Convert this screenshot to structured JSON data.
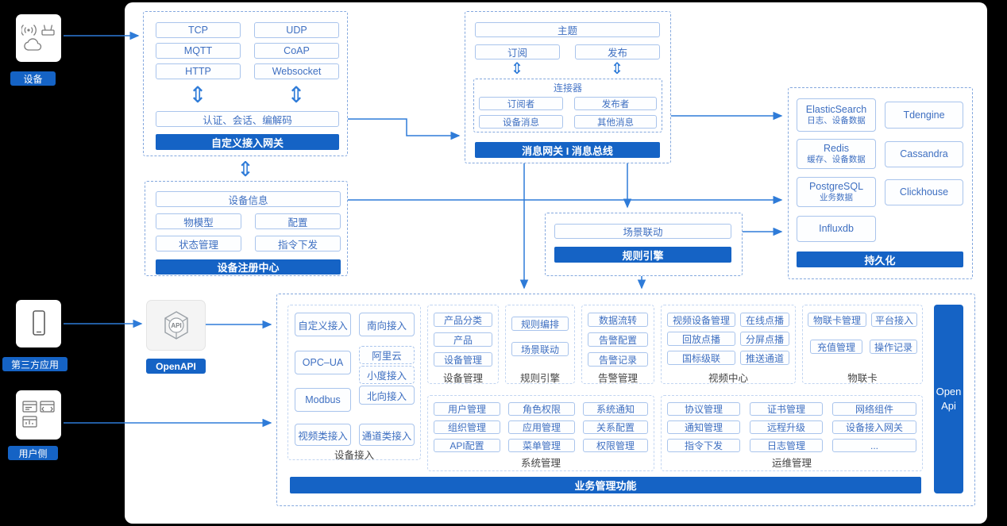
{
  "icons": {
    "updown_arrow": "⇕"
  },
  "left_rail": {
    "device": {
      "label": "设备"
    },
    "third_party": {
      "label": "第三方应用"
    },
    "user_side": {
      "label": "用户侧"
    }
  },
  "custom_gateway": {
    "protocols": [
      "TCP",
      "UDP",
      "MQTT",
      "CoAP",
      "HTTP",
      "Websocket"
    ],
    "session": "认证、会话、编解码",
    "title": "自定义接入网关"
  },
  "device_registry": {
    "info": "设备信息",
    "items": [
      "物模型",
      "配置",
      "状态管理",
      "指令下发"
    ],
    "title": "设备注册中心"
  },
  "message_bus": {
    "topic": "主题",
    "subscribe": "订阅",
    "publish": "发布",
    "connector": {
      "title": "连接器",
      "items": [
        "订阅者",
        "发布者",
        "设备消息",
        "其他消息"
      ]
    },
    "title": "消息网关 I 消息总线"
  },
  "persistence": {
    "stores": [
      {
        "name": "ElasticSearch",
        "sub": "日志、设备数据"
      },
      {
        "name": "Tdengine"
      },
      {
        "name": "Redis",
        "sub": "缓存、设备数据"
      },
      {
        "name": "Cassandra"
      },
      {
        "name": "PostgreSQL",
        "sub": "业务数据"
      },
      {
        "name": "Clickhouse"
      },
      {
        "name": "Influxdb"
      }
    ],
    "title": "持久化"
  },
  "rule_engine": {
    "scene": "场景联动",
    "title": "规则引擎"
  },
  "openapi": {
    "label": "OpenAPI"
  },
  "business": {
    "title": "业务管理功能",
    "open_api": {
      "line1": "Open",
      "line2": "Api"
    },
    "device_access": {
      "label": "设备接入",
      "items": [
        "自定义接入",
        "南向接入",
        "OPC–UA",
        "阿里云",
        "小度接入",
        "北向接入",
        "Modbus",
        "视频类接入",
        "通道类接入"
      ]
    },
    "device_mgmt": {
      "label": "设备管理",
      "items": [
        "产品分类",
        "产品",
        "设备管理"
      ]
    },
    "rule_engine": {
      "label": "规则引擎",
      "items": [
        "规则编排",
        "场景联动"
      ]
    },
    "alarm": {
      "label": "告警管理",
      "items": [
        "数据流转",
        "告警配置",
        "告警记录"
      ]
    },
    "video": {
      "label": "视频中心",
      "items": [
        "视频设备管理",
        "在线点播",
        "回放点播",
        "分屏点播",
        "国标级联",
        "推送通道"
      ]
    },
    "iot_card": {
      "label": "物联卡",
      "items": [
        "物联卡管理",
        "平台接入",
        "充值管理",
        "操作记录"
      ]
    },
    "system": {
      "label": "系统管理",
      "items": [
        "用户管理",
        "角色权限",
        "系统通知",
        "组织管理",
        "应用管理",
        "关系配置",
        "API配置",
        "菜单管理",
        "权限管理"
      ]
    },
    "ops": {
      "label": "运维管理",
      "items": [
        "协议管理",
        "证书管理",
        "网络组件",
        "通知管理",
        "远程升级",
        "设备接入网关",
        "指令下发",
        "日志管理",
        "..."
      ]
    }
  }
}
